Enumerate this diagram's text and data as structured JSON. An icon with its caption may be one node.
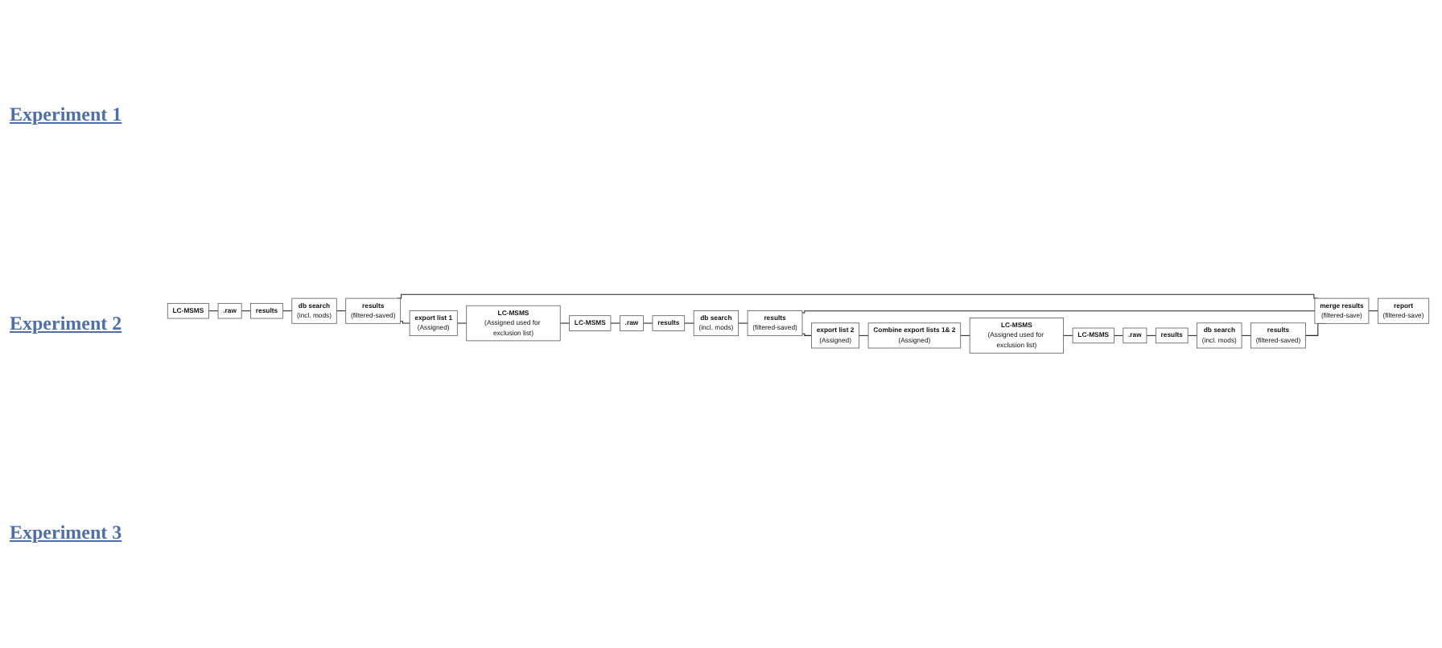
{
  "diagram": {
    "nodes": [
      {
        "text": [
          "LC-MSMS"
        ]
      },
      {
        "text": [
          ".raw"
        ]
      },
      {
        "text": [
          "results"
        ]
      },
      {
        "text": [
          "db search",
          "(incl. mods)"
        ]
      },
      {
        "text": [
          "results",
          "(filtered-saved)"
        ]
      },
      {
        "text": [
          "export list 1",
          "(Assigned)"
        ]
      },
      {
        "text": [
          "LC-MSMS",
          "(Assigned used for exclusion list)"
        ]
      },
      {
        "text": [
          "LC-MSMS"
        ]
      },
      {
        "text": [
          ".raw"
        ]
      },
      {
        "text": [
          "results"
        ]
      },
      {
        "text": [
          "db search",
          "(incl. mods)"
        ]
      },
      {
        "text": [
          "results",
          "(filtered-saved)"
        ]
      },
      {
        "text": [
          "merge results",
          "(filtered-save)"
        ]
      },
      {
        "text": [
          "report",
          "(filtered-save)"
        ]
      },
      {
        "text": [
          "export list 2",
          "(Assigned)"
        ]
      },
      {
        "text": [
          "Combine export lists 1& 2",
          "(Assigned)"
        ]
      },
      {
        "text": [
          "LC-MSMS",
          "(Assigned used for exclusion list)"
        ]
      },
      {
        "text": [
          "LC-MSMS"
        ]
      },
      {
        "text": [
          ".raw"
        ]
      },
      {
        "text": [
          "results"
        ]
      },
      {
        "text": [
          "db search",
          "(incl. mods)"
        ]
      },
      {
        "text": [
          "results",
          "(filtered-saved)"
        ]
      }
    ],
    "edges": [
      {
        "from": 0,
        "to": 1,
        "arrow": "none"
      },
      {
        "from": 1,
        "to": 2,
        "arrow": "none"
      },
      {
        "from": 2,
        "to": 3,
        "arrow": "none"
      },
      {
        "from": 3,
        "to": 4,
        "arrow": "none"
      },
      {
        "from": 4,
        "to": 5,
        "arrow": "none"
      },
      {
        "from": 4,
        "to": 12,
        "arrow": "none"
      },
      {
        "from": 5,
        "to": 6,
        "arrow": "none"
      },
      {
        "from": 6,
        "to": 7,
        "arrow": "none"
      },
      {
        "from": 7,
        "to": 8,
        "arrow": "none"
      },
      {
        "from": 8,
        "to": 9,
        "arrow": "none"
      },
      {
        "from": 9,
        "to": 10,
        "arrow": "none"
      },
      {
        "from": 10,
        "to": 11,
        "arrow": "none"
      },
      {
        "from": 11,
        "to": 12,
        "arrow": "none"
      },
      {
        "from": 12,
        "to": 13,
        "arrow": "none"
      },
      {
        "from": 11,
        "to": 14,
        "arrow": "none"
      },
      {
        "from": 14,
        "to": 15,
        "arrow": "none"
      },
      {
        "from": 15,
        "to": 16,
        "arrow": "none"
      },
      {
        "from": 16,
        "to": 17,
        "arrow": "none"
      },
      {
        "from": 17,
        "to": 18,
        "arrow": "none"
      },
      {
        "from": 18,
        "to": 19,
        "arrow": "none"
      },
      {
        "from": 19,
        "to": 20,
        "arrow": "none"
      },
      {
        "from": 20,
        "to": 21,
        "arrow": "none"
      },
      {
        "from": 21,
        "to": 12,
        "arrow": "none"
      }
    ],
    "labels": [
      "Experiment 1",
      "Experiment 2",
      "Experiment 3"
    ]
  }
}
